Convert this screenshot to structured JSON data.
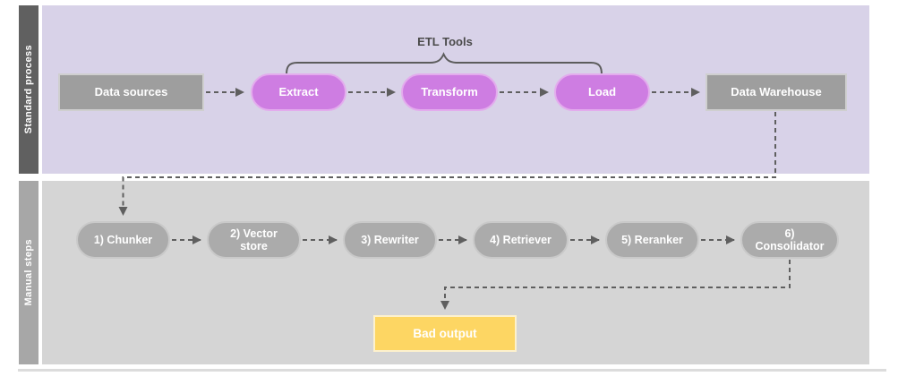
{
  "lanes": {
    "standard": {
      "label": "Standard process"
    },
    "manual": {
      "label": "Manual steps"
    }
  },
  "standard_process": {
    "data_sources": "Data sources",
    "etl_group_label": "ETL Tools",
    "extract": "Extract",
    "transform": "Transform",
    "load": "Load",
    "data_warehouse": "Data Warehouse"
  },
  "manual_steps": {
    "steps": [
      "1) Chunker",
      "2) Vector store",
      "3) Rewriter",
      "4) Retriever",
      "5) Reranker",
      "6) Consolidator"
    ],
    "bad_output": "Bad output"
  },
  "colors": {
    "lane_standard_bg": "#d8d2e8",
    "lane_manual_bg": "#d5d5d5",
    "sidebar_standard": "#606060",
    "sidebar_manual": "#a7a7a7",
    "etl_node_fill": "#ce7de2",
    "etl_node_border": "#e3aced",
    "gray_node_fill": "#9e9e9e",
    "manual_node_fill": "#ababab",
    "bad_output_fill": "#fdd663",
    "connector": "#5f5f5f"
  }
}
